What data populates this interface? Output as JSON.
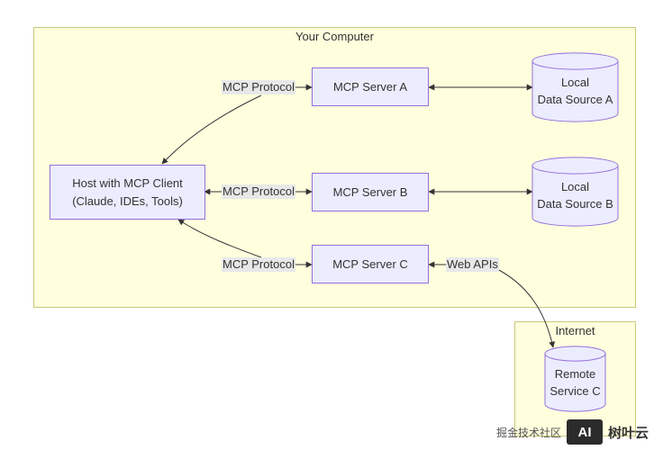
{
  "clusters": {
    "computer": {
      "title": "Your Computer"
    },
    "internet": {
      "title": "Internet"
    }
  },
  "nodes": {
    "host": {
      "line1": "Host with MCP Client",
      "line2": "(Claude, IDEs, Tools)"
    },
    "server_a": {
      "label": "MCP Server A"
    },
    "server_b": {
      "label": "MCP Server B"
    },
    "server_c": {
      "label": "MCP Server C"
    },
    "local_a": {
      "line1": "Local",
      "line2": "Data Source A"
    },
    "local_b": {
      "line1": "Local",
      "line2": "Data Source B"
    },
    "remote_c": {
      "line1": "Remote",
      "line2": "Service C"
    }
  },
  "edges": {
    "a_label": "MCP Protocol",
    "b_label": "MCP Protocol",
    "c_label": "MCP Protocol",
    "web_label": "Web APIs"
  },
  "watermark": {
    "left_text": "掘金技术社区",
    "logo_text": "AI",
    "brand": "树叶云"
  },
  "colors": {
    "node_fill": "#ececff",
    "node_border": "#9370db",
    "cluster_fill": "#ffffde",
    "cluster_border": "#c8c87a",
    "edge": "#333333",
    "label_bg": "#e8e8e8"
  }
}
